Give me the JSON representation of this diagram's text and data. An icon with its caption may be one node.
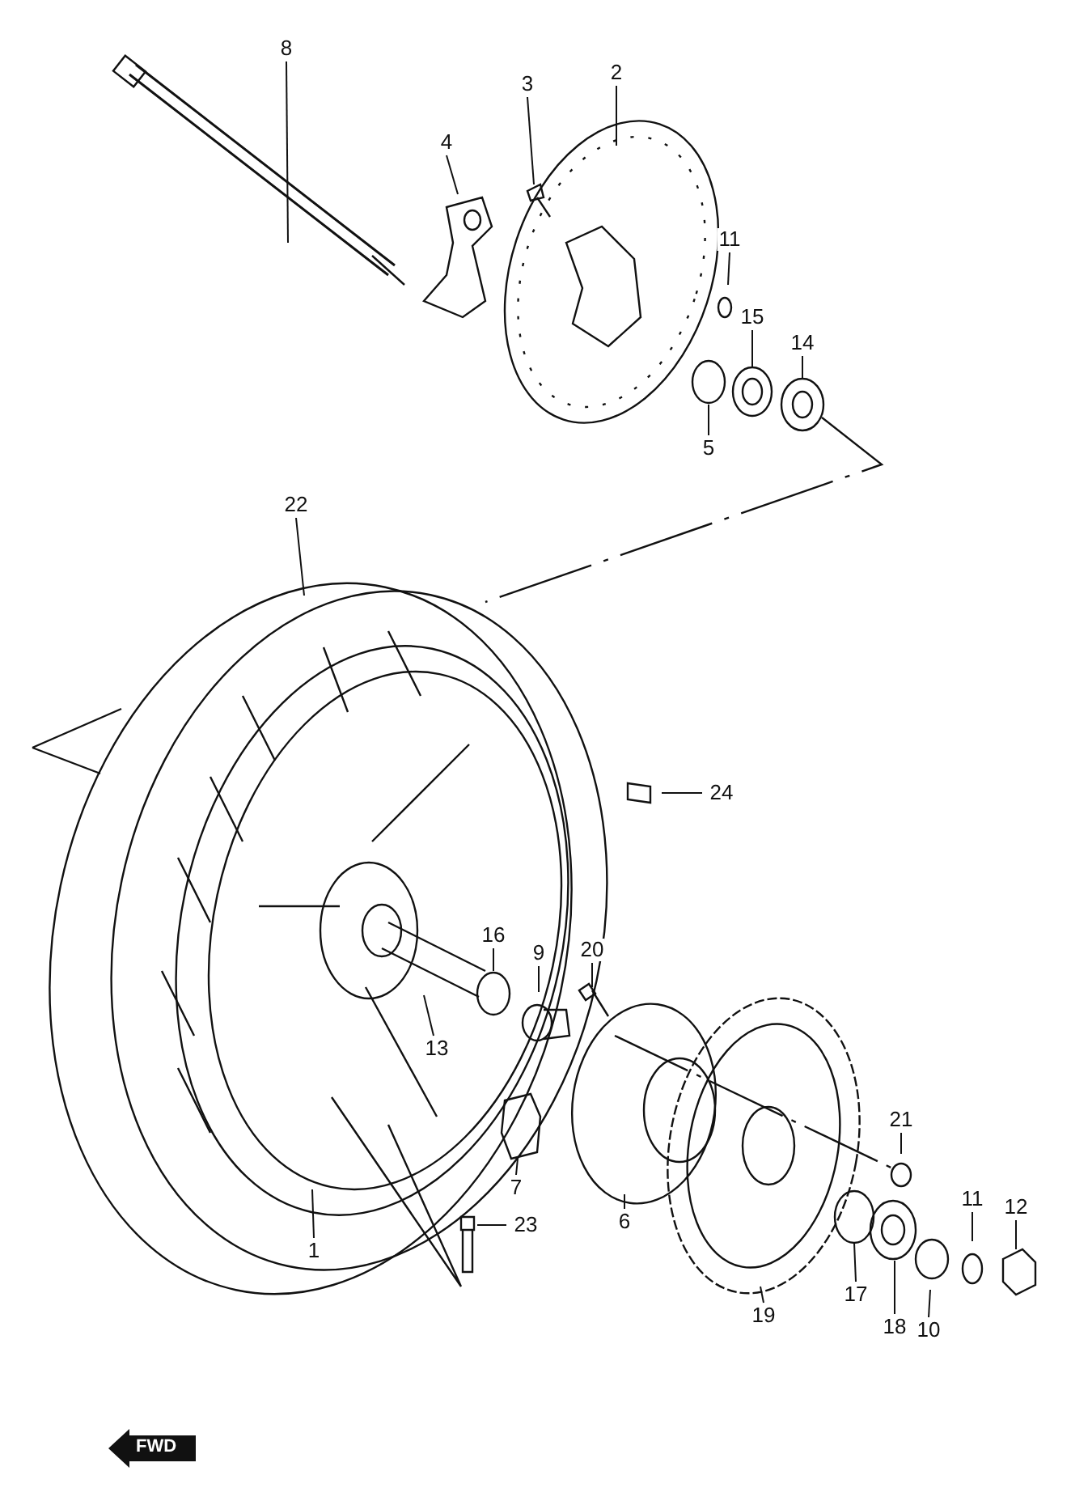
{
  "diagram": {
    "nodes": [
      {
        "text": [
          "8"
        ]
      },
      {
        "text": [
          "4"
        ]
      },
      {
        "text": [
          "3"
        ]
      },
      {
        "text": [
          "2"
        ]
      },
      {
        "text": [
          "11"
        ]
      },
      {
        "text": [
          "15"
        ]
      },
      {
        "text": [
          "14"
        ]
      },
      {
        "text": [
          "5"
        ]
      },
      {
        "text": [
          "22"
        ]
      },
      {
        "text": [
          "24"
        ]
      },
      {
        "text": [
          "16"
        ]
      },
      {
        "text": [
          "9"
        ]
      },
      {
        "text": [
          "20"
        ]
      },
      {
        "text": [
          "13"
        ]
      },
      {
        "text": [
          "21"
        ]
      },
      {
        "text": [
          "7"
        ]
      },
      {
        "text": [
          "1"
        ]
      },
      {
        "text": [
          "23"
        ]
      },
      {
        "text": [
          "6"
        ]
      },
      {
        "text": [
          "11"
        ]
      },
      {
        "text": [
          "12"
        ]
      },
      {
        "text": [
          "17"
        ]
      },
      {
        "text": [
          "18"
        ]
      },
      {
        "text": [
          "10"
        ]
      },
      {
        "text": [
          "19"
        ]
      }
    ],
    "edges": [
      {
        "from": 0,
        "to": null,
        "arrow": "none"
      },
      {
        "from": 1,
        "to": null,
        "arrow": "none"
      },
      {
        "from": 2,
        "to": null,
        "arrow": "none"
      },
      {
        "from": 3,
        "to": null,
        "arrow": "none"
      },
      {
        "from": 4,
        "to": null,
        "arrow": "none"
      },
      {
        "from": 5,
        "to": null,
        "arrow": "none"
      },
      {
        "from": 6,
        "to": null,
        "arrow": "none"
      },
      {
        "from": 7,
        "to": null,
        "arrow": "none"
      },
      {
        "from": 8,
        "to": null,
        "arrow": "none"
      },
      {
        "from": 9,
        "to": null,
        "arrow": "none"
      },
      {
        "from": 10,
        "to": null,
        "arrow": "none"
      },
      {
        "from": 11,
        "to": null,
        "arrow": "none"
      },
      {
        "from": 12,
        "to": null,
        "arrow": "none"
      },
      {
        "from": 13,
        "to": null,
        "arrow": "none"
      },
      {
        "from": 14,
        "to": null,
        "arrow": "none"
      },
      {
        "from": 15,
        "to": null,
        "arrow": "none"
      },
      {
        "from": 16,
        "to": null,
        "arrow": "none"
      },
      {
        "from": 17,
        "to": null,
        "arrow": "none"
      },
      {
        "from": 18,
        "to": null,
        "arrow": "none"
      },
      {
        "from": 19,
        "to": null,
        "arrow": "none"
      },
      {
        "from": 20,
        "to": null,
        "arrow": "none"
      },
      {
        "from": 21,
        "to": null,
        "arrow": "none"
      },
      {
        "from": 22,
        "to": null,
        "arrow": "none"
      },
      {
        "from": 23,
        "to": null,
        "arrow": "none"
      },
      {
        "from": 24,
        "to": null,
        "arrow": "none"
      }
    ],
    "labels": [
      "FWD"
    ]
  }
}
